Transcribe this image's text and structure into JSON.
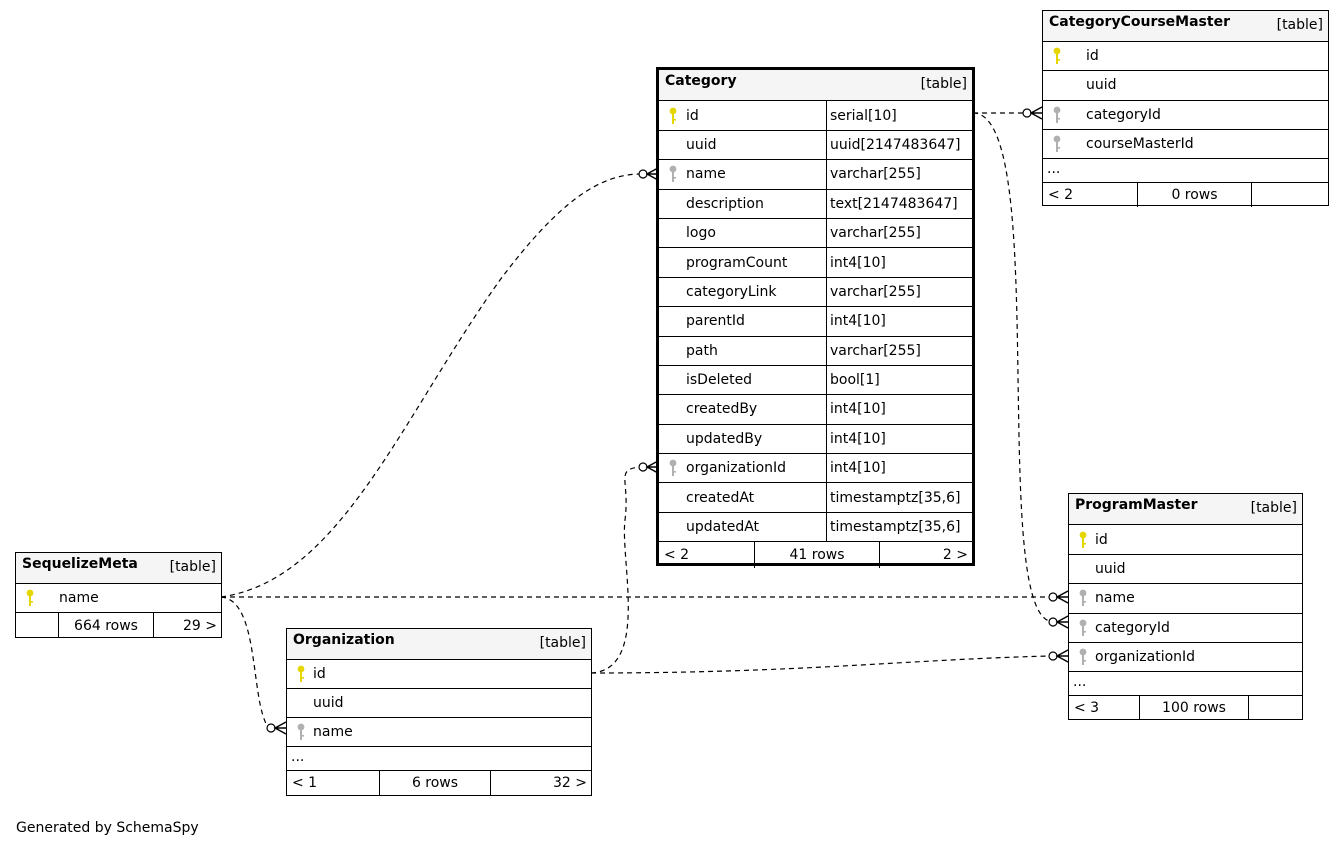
{
  "diagram": {
    "footer_text": "Generated by SchemaSpy",
    "colors": {
      "primary_key_icon": "#e6d600",
      "foreign_key_icon": "#b0b0b0",
      "header_bg": "#f5f5f5"
    },
    "tables": {
      "category": {
        "name": "Category",
        "kind": "[table]",
        "columns": [
          {
            "name": "id",
            "type": "serial[10]",
            "icon": "primary-key-icon"
          },
          {
            "name": "uuid",
            "type": "uuid[2147483647]",
            "icon": ""
          },
          {
            "name": "name",
            "type": "varchar[255]",
            "icon": "foreign-key-icon"
          },
          {
            "name": "description",
            "type": "text[2147483647]",
            "icon": ""
          },
          {
            "name": "logo",
            "type": "varchar[255]",
            "icon": ""
          },
          {
            "name": "programCount",
            "type": "int4[10]",
            "icon": ""
          },
          {
            "name": "categoryLink",
            "type": "varchar[255]",
            "icon": ""
          },
          {
            "name": "parentId",
            "type": "int4[10]",
            "icon": ""
          },
          {
            "name": "path",
            "type": "varchar[255]",
            "icon": ""
          },
          {
            "name": "isDeleted",
            "type": "bool[1]",
            "icon": ""
          },
          {
            "name": "createdBy",
            "type": "int4[10]",
            "icon": ""
          },
          {
            "name": "updatedBy",
            "type": "int4[10]",
            "icon": ""
          },
          {
            "name": "organizationId",
            "type": "int4[10]",
            "icon": "foreign-key-icon"
          },
          {
            "name": "createdAt",
            "type": "timestamptz[35,6]",
            "icon": ""
          },
          {
            "name": "updatedAt",
            "type": "timestamptz[35,6]",
            "icon": ""
          }
        ],
        "footer": {
          "left": "< 2",
          "center": "41 rows",
          "right": "2 >"
        }
      },
      "category_course_master": {
        "name": "CategoryCourseMaster",
        "kind": "[table]",
        "columns": [
          {
            "name": "id",
            "type": "",
            "icon": "primary-key-icon"
          },
          {
            "name": "uuid",
            "type": "",
            "icon": ""
          },
          {
            "name": "categoryId",
            "type": "",
            "icon": "foreign-key-icon"
          },
          {
            "name": "courseMasterId",
            "type": "",
            "icon": "foreign-key-icon"
          }
        ],
        "more": "...",
        "footer": {
          "left": "< 2",
          "center": "0 rows",
          "right": ""
        }
      },
      "sequelize_meta": {
        "name": "SequelizeMeta",
        "kind": "[table]",
        "columns": [
          {
            "name": "name",
            "type": "",
            "icon": "primary-key-icon"
          }
        ],
        "footer": {
          "left": "",
          "center": "664 rows",
          "right": "29 >"
        }
      },
      "organization": {
        "name": "Organization",
        "kind": "[table]",
        "columns": [
          {
            "name": "id",
            "type": "",
            "icon": "primary-key-icon"
          },
          {
            "name": "uuid",
            "type": "",
            "icon": ""
          },
          {
            "name": "name",
            "type": "",
            "icon": "foreign-key-icon"
          }
        ],
        "more": "...",
        "footer": {
          "left": "< 1",
          "center": "6 rows",
          "right": "32 >"
        }
      },
      "program_master": {
        "name": "ProgramMaster",
        "kind": "[table]",
        "columns": [
          {
            "name": "id",
            "type": "",
            "icon": "primary-key-icon"
          },
          {
            "name": "uuid",
            "type": "",
            "icon": ""
          },
          {
            "name": "name",
            "type": "",
            "icon": "foreign-key-icon"
          },
          {
            "name": "categoryId",
            "type": "",
            "icon": "foreign-key-icon"
          },
          {
            "name": "organizationId",
            "type": "",
            "icon": "foreign-key-icon"
          }
        ],
        "more": "...",
        "footer": {
          "left": "< 3",
          "center": "100 rows",
          "right": ""
        }
      }
    }
  }
}
